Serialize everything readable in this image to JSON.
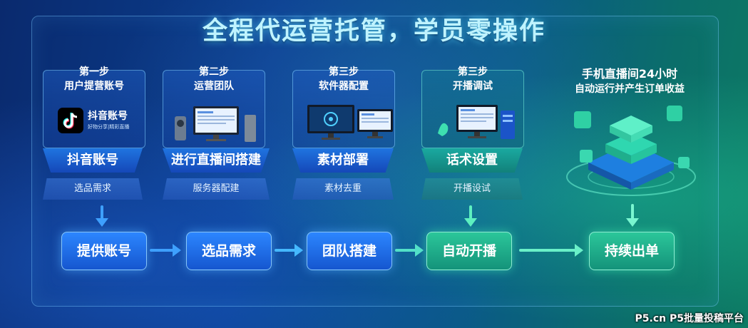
{
  "title": "全程代运营托管，学员零操作",
  "cards": [
    {
      "step": "第一步",
      "name": "用户提营账号",
      "ribbon": "抖音账号",
      "sub": "选品需求",
      "logo_text": "抖音账号",
      "logo_subtext": "好物分享|精彩直播"
    },
    {
      "step": "第二步",
      "name": "运营团队",
      "ribbon": "进行直播间搭建",
      "sub": "服务器配建"
    },
    {
      "step": "第三步",
      "name": "软件器配置",
      "ribbon": "素材部署",
      "sub": "素材去重"
    },
    {
      "step": "第三步",
      "name": "开播调试",
      "ribbon": "话术设置",
      "sub": "开播设试"
    }
  ],
  "right": {
    "line1": "手机直播间24小时",
    "line2": "自动运行并产生订单收益"
  },
  "flow": [
    "提供账号",
    "选品需求",
    "团队搭建",
    "自动开播",
    "持续出单"
  ],
  "watermark": "P5.cn P5批量投稿平台",
  "colors": {
    "blue": "#1f74e0",
    "teal": "#1aa9a0",
    "green": "#2bc79a",
    "title": "#bff3ff"
  }
}
